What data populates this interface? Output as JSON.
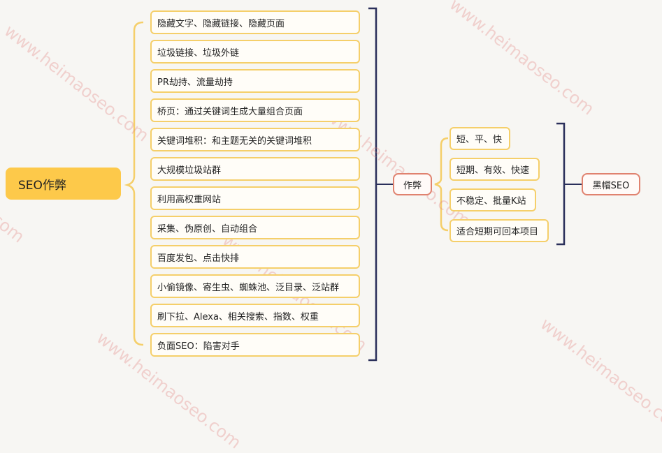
{
  "root": {
    "label": "SEO作弊"
  },
  "items": [
    "隐藏文字、隐藏链接、隐藏页面",
    "垃圾链接、垃圾外链",
    "PR劫持、流量劫持",
    "桥页：通过关键词生成大量组合页面",
    "关键词堆积：和主题无关的关键词堆积",
    "大规模垃圾站群",
    "利用高权重网站",
    "采集、伪原创、自动组合",
    "百度发包、点击快排",
    "小偷镜像、寄生虫、蜘蛛池、泛目录、泛站群",
    "刷下拉、Alexa、相关搜索、指数、权重",
    "负面SEO：陷害对手"
  ],
  "center": {
    "label": "作弊"
  },
  "traits": [
    "短、平、快",
    "短期、有效、快速",
    "不稳定、批量K站",
    "适合短期可回本项目"
  ],
  "black_hat": {
    "label": "黑帽SEO"
  },
  "watermark": "www.heimaoseo.com",
  "colors": {
    "connector_yellow": "#f5cf6a",
    "bracket_navy": "#2a2f5a",
    "root_fill": "#fdc94a",
    "node_red_border": "#e0826f"
  }
}
